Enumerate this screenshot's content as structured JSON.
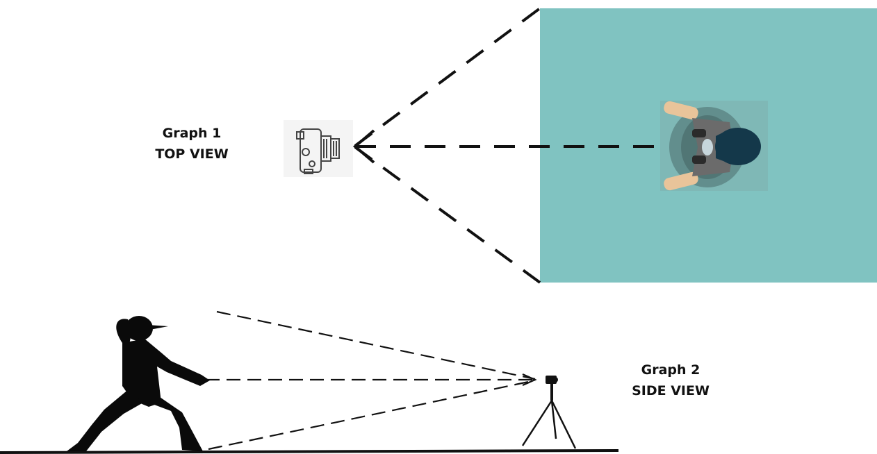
{
  "graph1": {
    "title": "Graph 1",
    "subtitle": "TOP VIEW",
    "colors": {
      "scene_bg": "#80c3c1",
      "dashed_line": "#111111",
      "hair": "#14384a",
      "clothing": "#6b6b6b",
      "skin": "#e9c49a"
    }
  },
  "graph2": {
    "title": "Graph 2",
    "subtitle": "SIDE VIEW",
    "colors": {
      "silhouette": "#0a0a0a",
      "dashed_line": "#111111",
      "ground": "#111111"
    }
  },
  "icons": [
    "camera-icon",
    "tripod-camera-icon",
    "person-top-view",
    "martial-artist-silhouette"
  ]
}
